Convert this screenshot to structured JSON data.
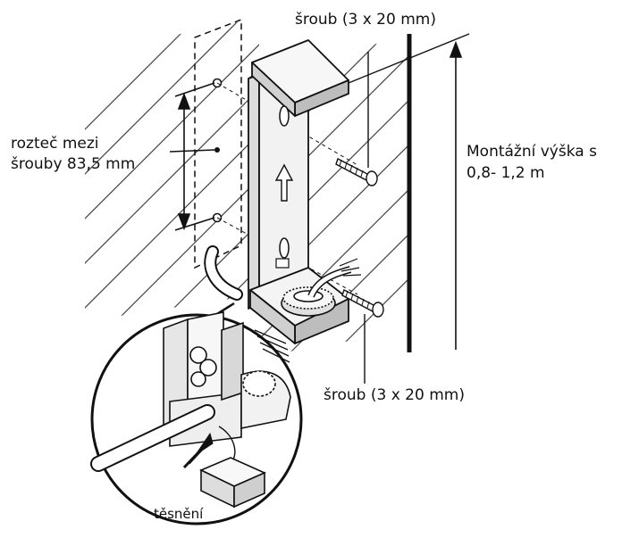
{
  "labels": {
    "screw_top": "šroub (3 x 20 mm)",
    "screw_bottom": "šroub (3 x 20 mm)",
    "spacing_line1": "rozteč mezi",
    "spacing_line2": "šrouby 83,5 mm",
    "height_line1": "Montážní výška s",
    "height_line2": "0,8- 1,2 m",
    "seal": "těsnění"
  }
}
